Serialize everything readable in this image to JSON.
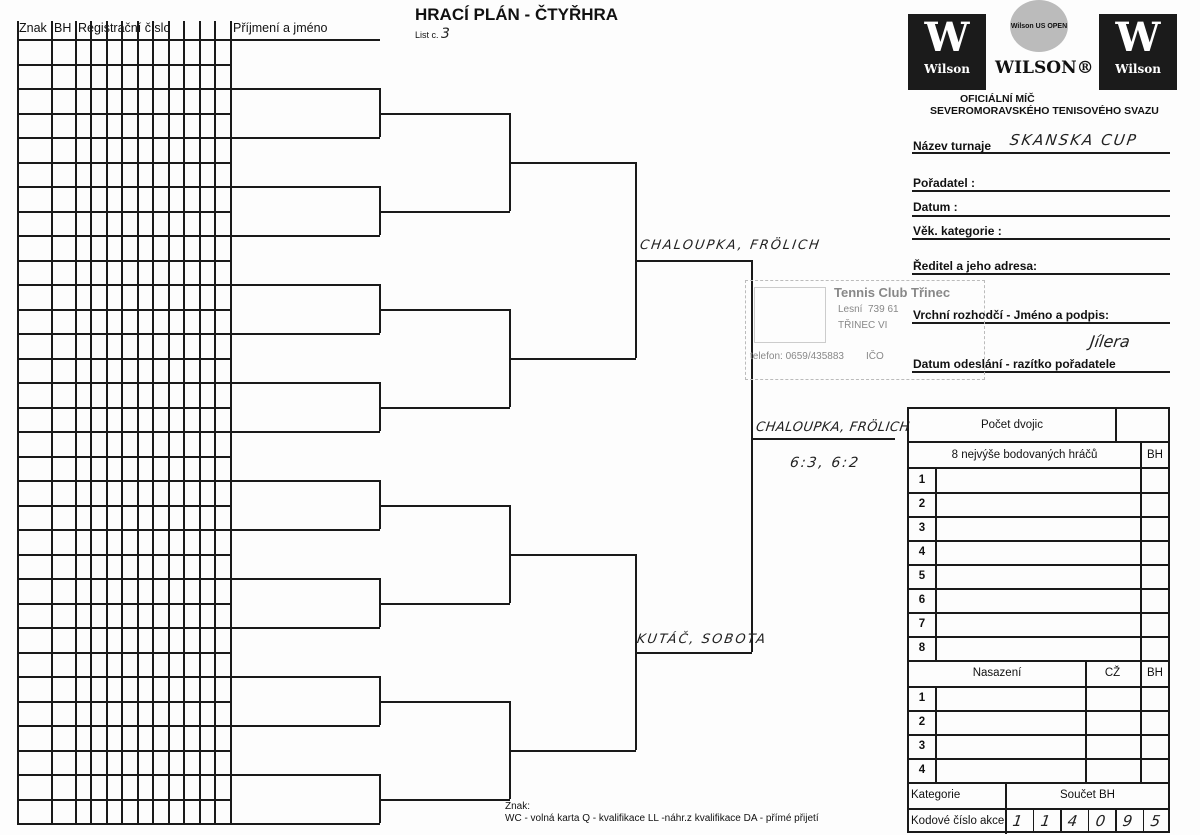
{
  "header": {
    "title": "HRACÍ PLÁN - ČTYŘHRA",
    "sheet_label": "List c.",
    "sheet_number": "3"
  },
  "columns": {
    "znak": "Znak",
    "bh": "BH",
    "reg": "Registrační číslo",
    "name": "Příjmení a jméno"
  },
  "bracket": {
    "semifinal_top": "CHALOUPKA, FRÖLICH",
    "semifinal_bottom": "KUTÁČ, SOBOTA",
    "winner": "CHALOUPKA, FRÖLICH",
    "final_score": "6:3, 6:2"
  },
  "brand": {
    "logo_text": "Wilson",
    "ball_text": "Wilson US OPEN",
    "name": "WILSON®",
    "line1": "OFICIÁLNÍ MÍČ",
    "line2": "SEVEROMORAVSKÉHO TENISOVÉHO SVAZU"
  },
  "form": {
    "tournament_label": "Název turnaje",
    "tournament_value": "SKANSKA CUP",
    "organizer_label": "Pořadatel :",
    "date_label": "Datum :",
    "age_label": "Věk. kategorie :",
    "director_label": "Ředitel a jeho adresa:",
    "referee_label": "Vrchní rozhodčí - Jméno a podpis:",
    "referee_signature": "Jílera",
    "sent_label": "Datum odeslání - razítko pořadatele"
  },
  "stamp": {
    "club": "Tennis Club Třinec",
    "street": "Lesní",
    "zip": "739 61",
    "city": "TŘINEC VI",
    "phone": "telefon: 0659/435883",
    "ico": "IČO"
  },
  "table": {
    "pairs_label": "Počet dvojic",
    "top8_label": "8 nejvýše bodovaných hráčů",
    "bh": "BH",
    "top8_rows": [
      "1",
      "2",
      "3",
      "4",
      "5",
      "6",
      "7",
      "8"
    ],
    "seed_label": "Nasazení",
    "cz": "CŽ",
    "seed_rows": [
      "1",
      "2",
      "3",
      "4"
    ],
    "category_label": "Kategorie",
    "sum_bh_label": "Součet BH",
    "code_label": "Kodové číslo akce",
    "code_digits": [
      "1",
      "1",
      "4",
      "0",
      "9",
      "5"
    ]
  },
  "legend": {
    "title": "Znak:",
    "text": "WC - volná karta Q - kvalifikace LL -náhr.z kvalifikace DA - přímé přijetí"
  }
}
